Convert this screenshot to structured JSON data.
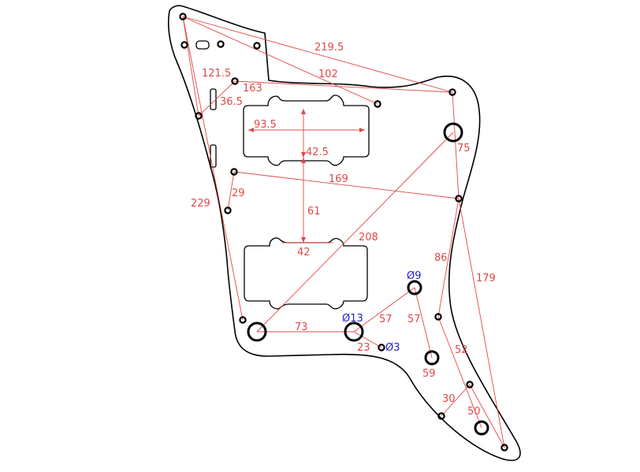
{
  "colors": {
    "dimension": "#e04848",
    "outline": "#000000",
    "diameter": "#2323d0",
    "background": "#ffffff"
  },
  "dimensions": {
    "d219_5": "219.5",
    "d121_5": "121.5",
    "d102": "102",
    "d163": "163",
    "d36_5": "36.5",
    "d93_5": "93.5",
    "d42_5": "42.5",
    "d75": "75",
    "d169": "169",
    "d229": "229",
    "d29": "29",
    "d61": "61",
    "d208": "208",
    "d42": "42",
    "d86": "86",
    "d179": "179",
    "d57a": "57",
    "d57b": "57",
    "d73": "73",
    "d23": "23",
    "d52": "52",
    "d59": "59",
    "d30": "30",
    "d50": "50"
  },
  "diameters": {
    "d9": "Ø9",
    "d13": "Ø13",
    "d3": "Ø3"
  }
}
